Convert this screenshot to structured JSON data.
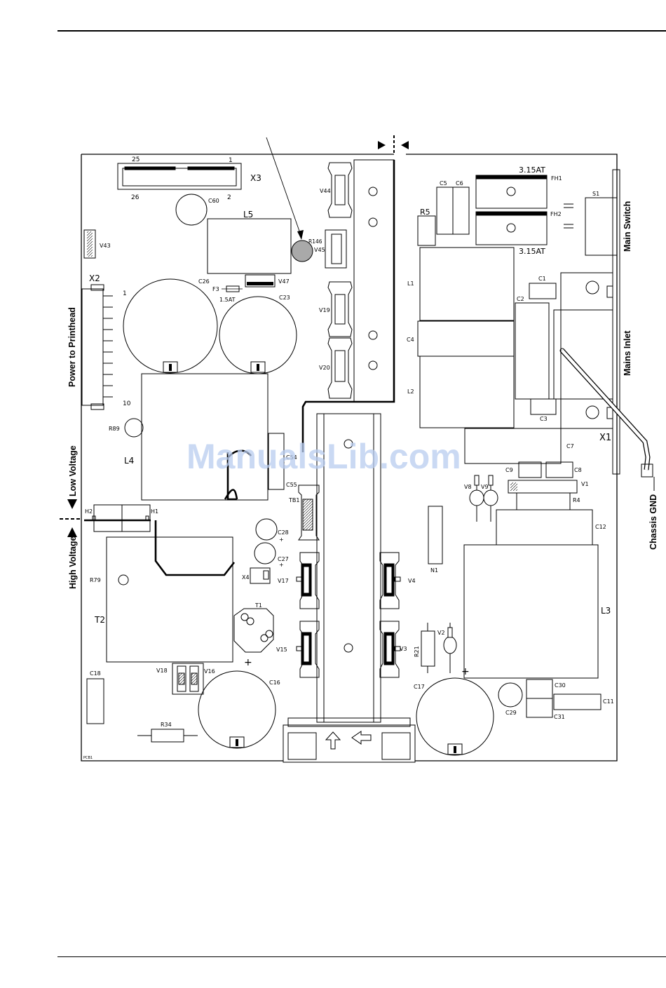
{
  "components": {
    "X3": "X3",
    "X3_pin25": "25",
    "X3_pin1": "1",
    "X3_pin26": "26",
    "X3_pin2": "2",
    "C60": "C60",
    "L5": "L5",
    "R146": "R146",
    "V45": "V45",
    "V47": "V47",
    "F3": "F3",
    "F3_rating": "1.5AT",
    "V43": "V43",
    "X2": "X2",
    "X2_pin1": "1",
    "X2_pin10": "10",
    "C26": "C26",
    "C23": "C23",
    "R89": "R89",
    "L4": "L4",
    "C54": "C54",
    "C55": "C55",
    "H1": "H1",
    "H2": "H2",
    "R79": "R79",
    "T2": "T2",
    "TB1": "TB1",
    "C28": "C28",
    "C27": "C27",
    "X4": "X4",
    "V17": "V17",
    "V4": "V4",
    "T1": "T1",
    "V15": "V15",
    "V3": "V3",
    "V18": "V18",
    "V16": "V16",
    "C16": "C16",
    "C18": "C18",
    "R34": "R34",
    "PCB": "PCB1",
    "V44": "V44",
    "V19": "V19",
    "V20": "V20",
    "C5": "C5",
    "C6": "C6",
    "R5": "R5",
    "FH1": "FH1",
    "FH2": "FH2",
    "fuse_rating_top": "3.15AT",
    "fuse_rating_bottom": "3.15AT",
    "S1": "S1",
    "L1": "L1",
    "C1": "C1",
    "C2": "C2",
    "C4": "C4",
    "L2": "L2",
    "C3": "C3",
    "C7": "C7",
    "X1": "X1",
    "C9": "C9",
    "C8": "C8",
    "V1": "V1",
    "V8": "V8",
    "V9": "V9",
    "R4": "R4",
    "N1": "N1",
    "C12": "C12",
    "L3": "L3",
    "V2": "V2",
    "R21": "R21",
    "C17": "C17",
    "C30": "C30",
    "C29": "C29",
    "C31": "C31",
    "C11": "C11"
  },
  "labels": {
    "power_to_printhead": "Power to Printhead",
    "low_voltage": "Low Voltage",
    "high_voltage": "High Voltage",
    "main_switch": "Main Switch",
    "mains_inlet": "Mains Inlet",
    "chassis_gnd": "Chassis GND"
  },
  "watermark": "ManualsLib.com"
}
